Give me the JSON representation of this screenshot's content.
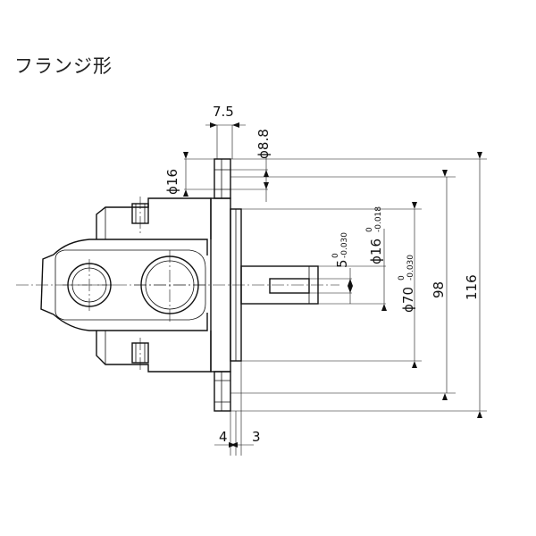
{
  "title": "フランジ形",
  "dimensions": {
    "top_width": "7.5",
    "hole_dia": "ϕ8.8",
    "boss_dia": "ϕ16",
    "bottom_left": "4",
    "bottom_right": "3",
    "key_width": {
      "main": "5",
      "upper": "0",
      "lower": "-0.030"
    },
    "shaft_dia": {
      "main": "ϕ16",
      "upper": "0",
      "lower": "-0.018"
    },
    "pilot_dia": {
      "main": "ϕ70",
      "upper": "0",
      "lower": "-0.030"
    },
    "flange_98": "98",
    "flange_116": "116"
  }
}
